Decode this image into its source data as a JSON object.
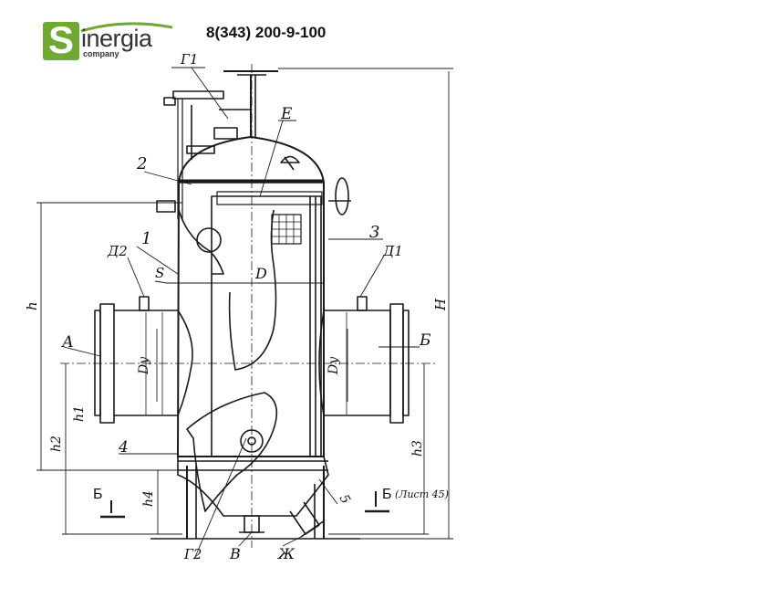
{
  "header": {
    "logo_letter": "S",
    "logo_text": "inergia",
    "logo_sub": "company",
    "phone": "8(343) 200-9-100"
  },
  "labels": {
    "g1_top": "Г1",
    "e": "Е",
    "l2": "2",
    "l1": "1",
    "l3": "3",
    "d2": "Д2",
    "d1": "Д1",
    "s": "S",
    "d": "D",
    "a": "А",
    "b_right": "Б",
    "du_left": "Dу",
    "du_right": "Dу",
    "h": "h",
    "H": "H",
    "h1": "h1",
    "h2": "h2",
    "h3": "h3",
    "h4": "h4",
    "l4": "4",
    "l5": "5",
    "b_sec_left": "Б",
    "b_sec_right": "Б",
    "sheet_ref": "(Лист 45)",
    "g2": "Г2",
    "v": "В",
    "zh": "Ж"
  },
  "colors": {
    "logo_green": "#6fa832",
    "line": "#1a1a1a"
  }
}
